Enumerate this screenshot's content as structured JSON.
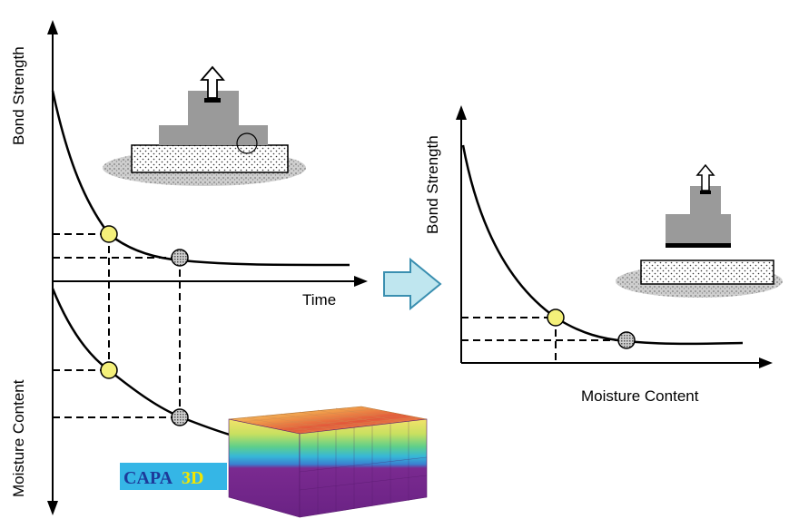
{
  "left_diagram": {
    "y_label_top": "Bond Strength",
    "x_label": "Time",
    "y_label_bottom": "Moisture Content"
  },
  "right_diagram": {
    "y_label": "Bond Strength",
    "x_label": "Moisture Content"
  },
  "logo": {
    "text_part1": "CAPA",
    "text_part2": "3D"
  },
  "colors": {
    "curve": "#000000",
    "marker_yellow": "#f4f07a",
    "marker_gray": "#9a9a9a",
    "fixture_gray": "#9a9a9a",
    "arrow_fill": "#bfe6ef",
    "arrow_stroke": "#3a8fb0",
    "logo_bg": "#35b6e6",
    "logo_capa": "#1d3a9a",
    "logo_3d": "#f2e600",
    "slab_purple": "#7a2a90"
  }
}
